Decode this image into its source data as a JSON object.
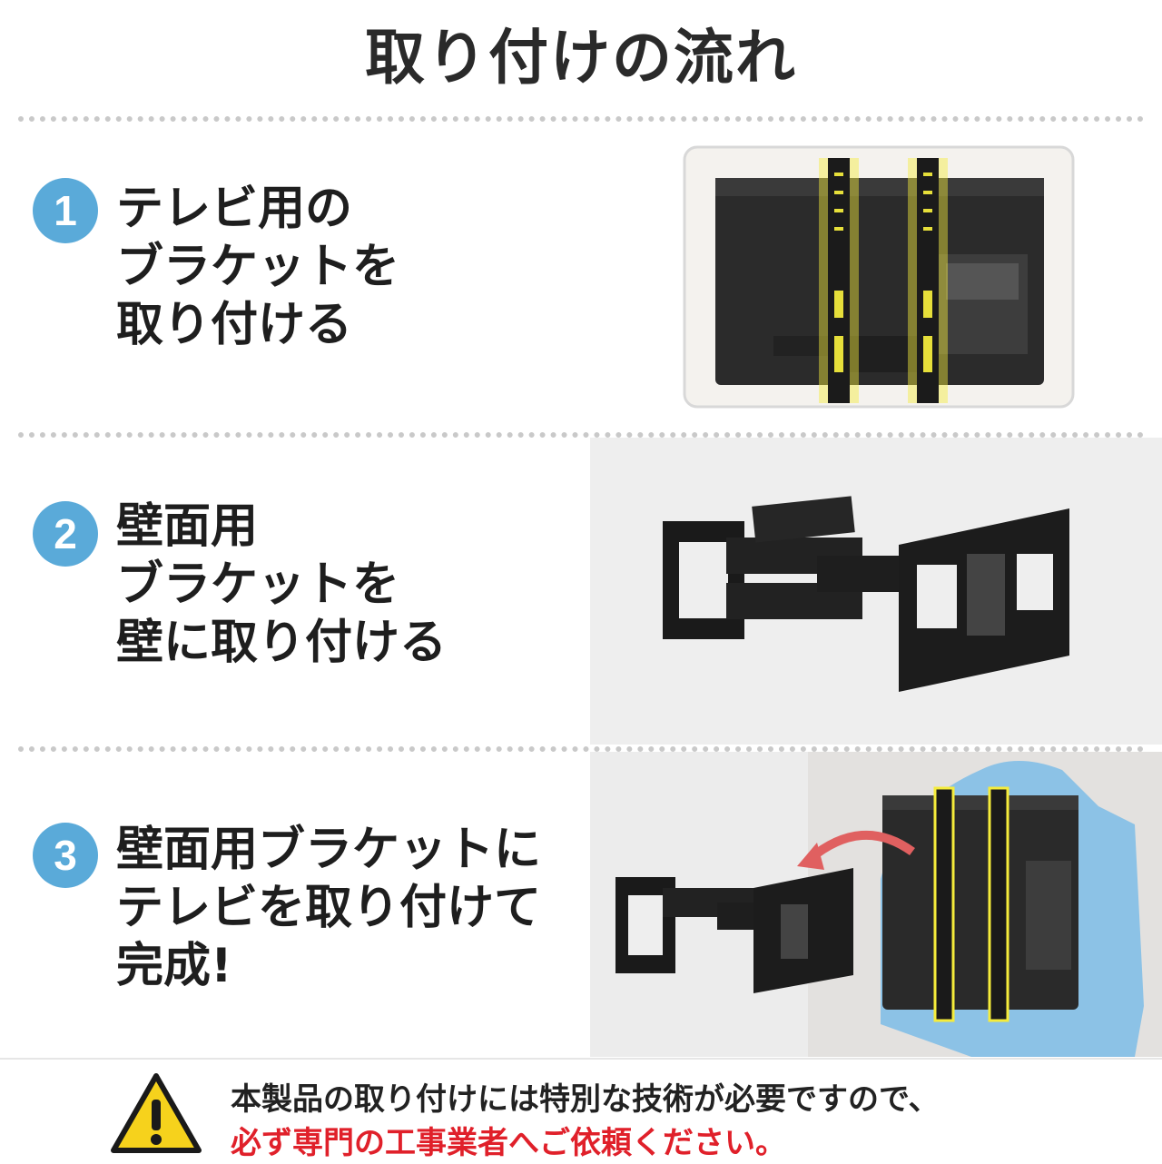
{
  "title": "取り付けの流れ",
  "steps": [
    {
      "number": "1",
      "lines": [
        "テレビ用の",
        "ブラケットを",
        "取り付ける"
      ]
    },
    {
      "number": "2",
      "lines": [
        "壁面用",
        "ブラケットを",
        "壁に取り付ける"
      ]
    },
    {
      "number": "3",
      "lines": [
        "壁面用ブラケットに",
        "テレビを取り付けて",
        "完成!"
      ]
    }
  ],
  "notice": {
    "line1": "本製品の取り付けには特別な技術が必要ですので、",
    "line2": "必ず専門の工事業者へご依頼ください。"
  },
  "colors": {
    "step_badge": "#5aaad9",
    "highlight": "#f5ec3b",
    "warning_red": "#e0202a",
    "arrow": "#e06060",
    "person": "#8cc2e6"
  },
  "icons": [
    "warning-icon",
    "curved-arrow-icon"
  ]
}
